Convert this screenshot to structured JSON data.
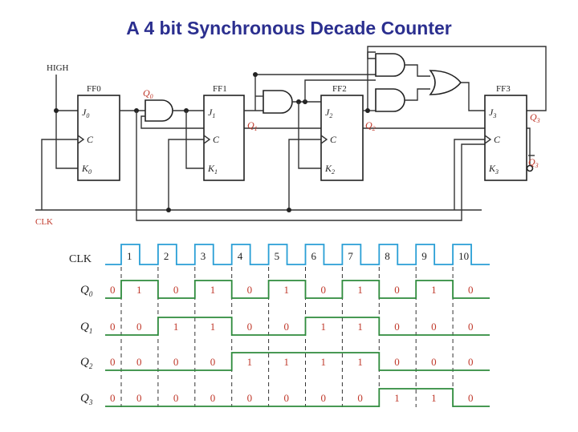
{
  "title": "A 4 bit Synchronous Decade Counter",
  "inputs": {
    "high": "HIGH",
    "clk": "CLK"
  },
  "flipflops": [
    {
      "name": "FF0",
      "j": "J",
      "j_sub": "0",
      "c": "C",
      "k": "K",
      "k_sub": "0",
      "out": "Q",
      "out_sub": "0"
    },
    {
      "name": "FF1",
      "j": "J",
      "j_sub": "1",
      "c": "C",
      "k": "K",
      "k_sub": "1",
      "out": "Q",
      "out_sub": "1"
    },
    {
      "name": "FF2",
      "j": "J",
      "j_sub": "2",
      "c": "C",
      "k": "K",
      "k_sub": "2",
      "out": "Q",
      "out_sub": "2"
    },
    {
      "name": "FF3",
      "j": "J",
      "j_sub": "3",
      "c": "C",
      "k": "K",
      "k_sub": "3",
      "out": "Q",
      "out_sub": "3",
      "qbar": "Q",
      "qbar_sub": "3"
    }
  ],
  "timing": {
    "clk_label": "CLK",
    "pulses": [
      "1",
      "2",
      "3",
      "4",
      "5",
      "6",
      "7",
      "8",
      "9",
      "10"
    ],
    "signals": [
      {
        "name": "Q",
        "sub": "0",
        "bits": [
          "0",
          "1",
          "0",
          "1",
          "0",
          "1",
          "0",
          "1",
          "0",
          "1",
          "0"
        ]
      },
      {
        "name": "Q",
        "sub": "1",
        "bits": [
          "0",
          "0",
          "1",
          "1",
          "0",
          "0",
          "1",
          "1",
          "0",
          "0",
          "0"
        ]
      },
      {
        "name": "Q",
        "sub": "2",
        "bits": [
          "0",
          "0",
          "0",
          "0",
          "1",
          "1",
          "1",
          "1",
          "0",
          "0",
          "0"
        ]
      },
      {
        "name": "Q",
        "sub": "3",
        "bits": [
          "0",
          "0",
          "0",
          "0",
          "0",
          "0",
          "0",
          "0",
          "1",
          "1",
          "0"
        ]
      }
    ]
  }
}
